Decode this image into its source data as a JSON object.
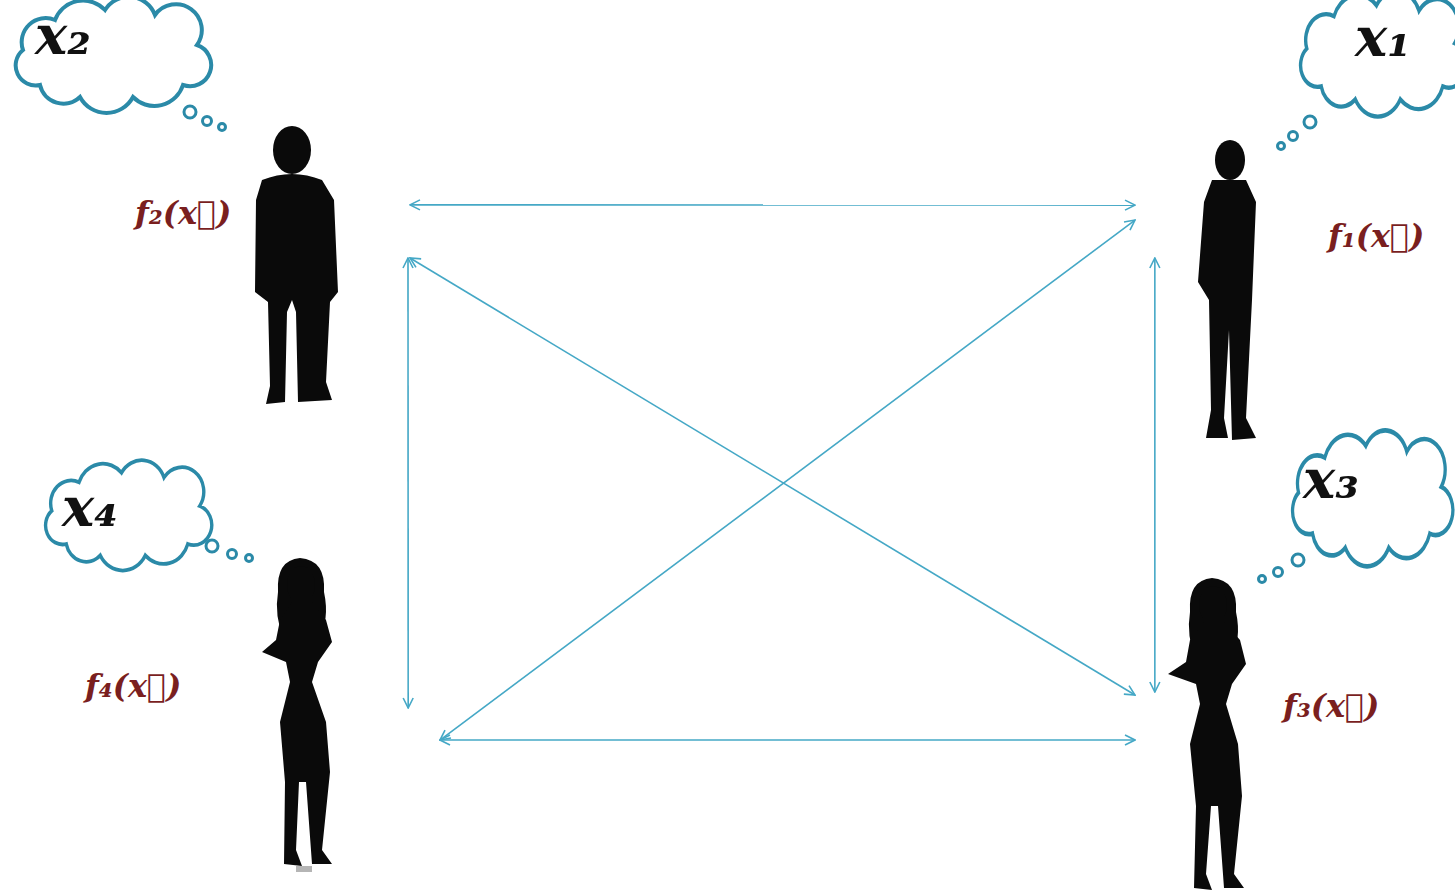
{
  "diagram": {
    "nodes": [
      {
        "text": [
          "x₂",
          "f₂(x⃗)"
        ]
      },
      {
        "text": [
          "x₁",
          "f₁(x⃗)"
        ]
      },
      {
        "text": [
          "x₄",
          "f₄(x⃗)"
        ]
      },
      {
        "text": [
          "x₃",
          "f₃(x⃗)"
        ]
      }
    ],
    "edges": [
      {
        "from": 0,
        "to": 1,
        "arrow": "both"
      },
      {
        "from": 0,
        "to": 2,
        "arrow": "both"
      },
      {
        "from": 0,
        "to": 3,
        "arrow": "both"
      },
      {
        "from": 2,
        "to": 1,
        "arrow": "both"
      },
      {
        "from": 1,
        "to": 3,
        "arrow": "both"
      },
      {
        "from": 2,
        "to": 3,
        "arrow": "both"
      }
    ]
  }
}
